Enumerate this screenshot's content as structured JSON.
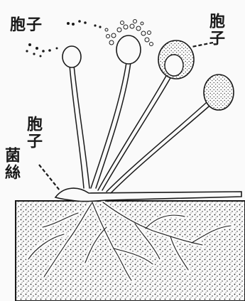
{
  "labels": {
    "spore_top_left": "胞子",
    "spore_top_right": "胞子",
    "spore_sac": "胞子",
    "mycelium": "菌絲"
  },
  "colors": {
    "ink": "#1a1a1a",
    "paper": "#fafafa"
  }
}
